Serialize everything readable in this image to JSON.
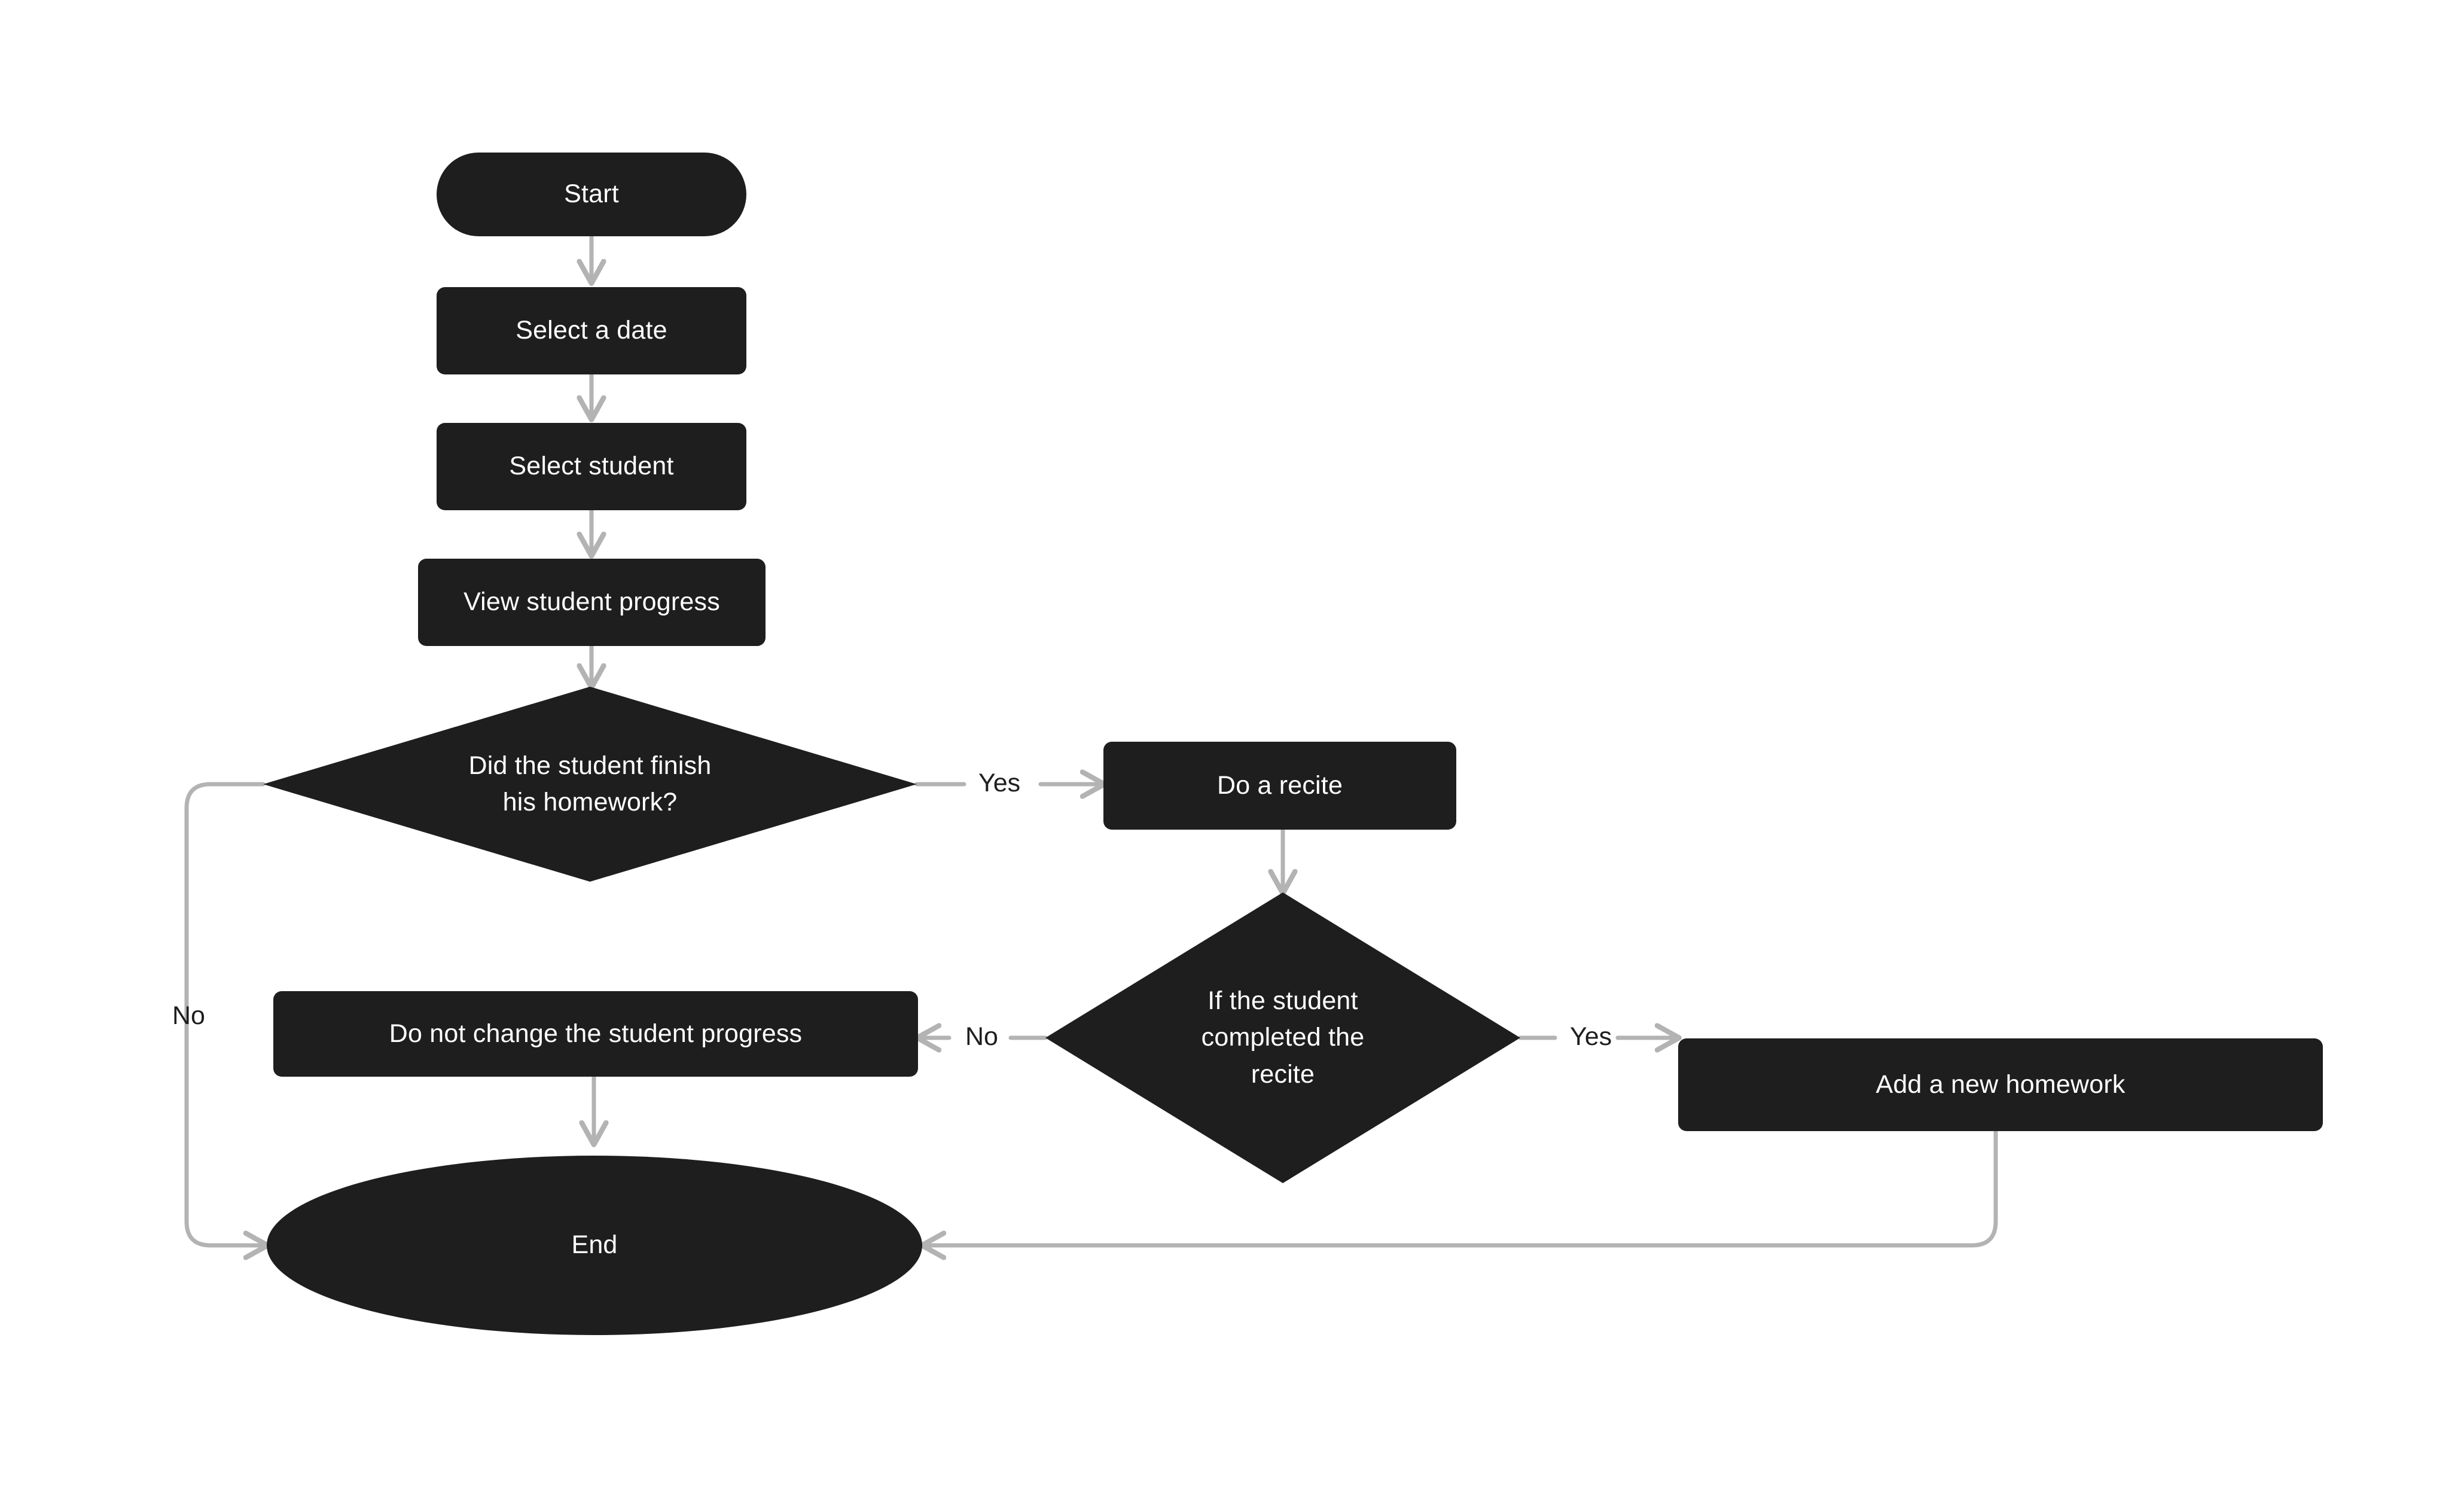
{
  "diagram": {
    "type": "flowchart",
    "orientation": "top-to-bottom",
    "background_color": "#ffffff",
    "node_fill_color": "#1e1e1e",
    "node_text_color": "#ffffff",
    "edge_color": "#b3b3b3",
    "edge_label_color": "#1e1e1e"
  },
  "nodes": {
    "start": {
      "label": "Start",
      "shape": "terminator"
    },
    "select_date": {
      "label": "Select a date",
      "shape": "process"
    },
    "select_student": {
      "label": "Select student",
      "shape": "process"
    },
    "view_progress": {
      "label": "View student progress",
      "shape": "process"
    },
    "decision_homework": {
      "label": "Did the student finish his homework?",
      "line1": "Did the student finish",
      "line2": "his homework?",
      "shape": "decision"
    },
    "do_recite": {
      "label": "Do a recite",
      "shape": "process"
    },
    "decision_recite": {
      "label": "If the student completed the recite",
      "line1": "If the student",
      "line2": "completed the",
      "line3": "recite",
      "shape": "decision"
    },
    "no_change": {
      "label": "Do not change the student progress",
      "shape": "process"
    },
    "add_homework": {
      "label": "Add a new homework",
      "shape": "process"
    },
    "end": {
      "label": "End",
      "shape": "terminator"
    }
  },
  "edge_labels": {
    "homework_yes": "Yes",
    "homework_no": "No",
    "recite_no": "No",
    "recite_yes": "Yes"
  },
  "edges": [
    {
      "from": "start",
      "to": "select_date",
      "label": ""
    },
    {
      "from": "select_date",
      "to": "select_student",
      "label": ""
    },
    {
      "from": "select_student",
      "to": "view_progress",
      "label": ""
    },
    {
      "from": "view_progress",
      "to": "decision_homework",
      "label": ""
    },
    {
      "from": "decision_homework",
      "to": "do_recite",
      "label": "Yes"
    },
    {
      "from": "decision_homework",
      "to": "end",
      "label": "No"
    },
    {
      "from": "do_recite",
      "to": "decision_recite",
      "label": ""
    },
    {
      "from": "decision_recite",
      "to": "no_change",
      "label": "No"
    },
    {
      "from": "decision_recite",
      "to": "add_homework",
      "label": "Yes"
    },
    {
      "from": "no_change",
      "to": "end",
      "label": ""
    },
    {
      "from": "add_homework",
      "to": "end",
      "label": ""
    }
  ]
}
